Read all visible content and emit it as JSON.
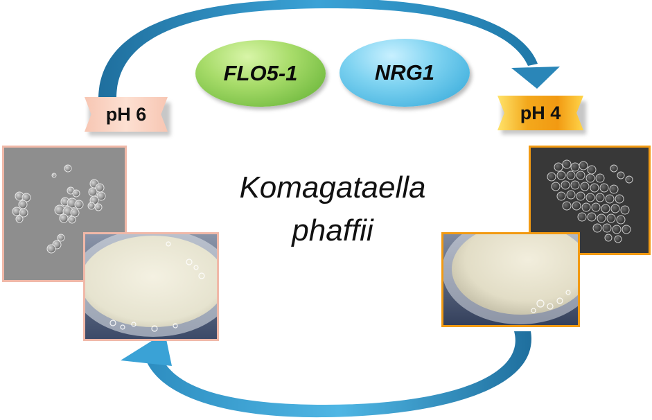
{
  "genes": [
    {
      "label": "FLO5-1",
      "color": "#7cc148"
    },
    {
      "label": "NRG1",
      "color": "#4fb8e2"
    }
  ],
  "conditions": {
    "left": {
      "label": "pH 6",
      "color": "#f7c6b3",
      "border_color": "#f0b8a8"
    },
    "right": {
      "label": "pH 4",
      "color": "#f29a12",
      "border_color": "#f29a12"
    }
  },
  "organism": {
    "line1": "Komagataella",
    "line2": "phaffii"
  },
  "arrows": {
    "color": "#2f8fc0",
    "top_direction": "left-to-right",
    "bottom_direction": "right-to-left"
  },
  "images": [
    {
      "name": "micrograph-ph6",
      "kind": "DIC micrograph, dispersed cells"
    },
    {
      "name": "culture-plate-ph6",
      "kind": "culture photo"
    },
    {
      "name": "micrograph-ph4",
      "kind": "DIC micrograph, aggregated cells"
    },
    {
      "name": "culture-plate-ph4",
      "kind": "culture photo"
    }
  ]
}
